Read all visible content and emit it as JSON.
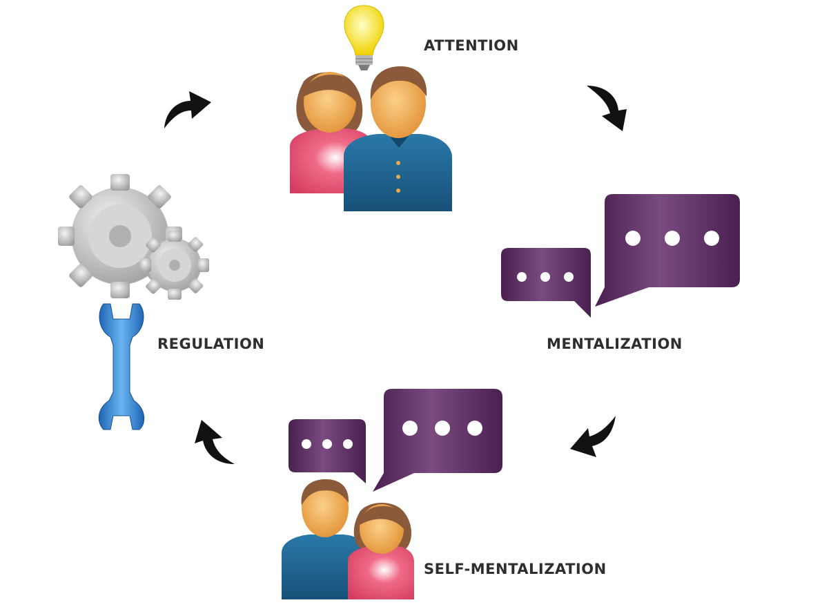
{
  "stages": {
    "attention": "ATTENTION",
    "mentalization": "MENTALIZATION",
    "self_mentalization": "SELF-MENTALIZATION",
    "regulation": "REGULATION"
  },
  "colors": {
    "label_text": "#2e2e2e",
    "arrow": "#111111",
    "speech_bubble": "#5e2e63",
    "female_shirt": "#e0506e",
    "male_shirt": "#1c5f8a",
    "skin": "#f0a850",
    "hair": "#8a5a3a",
    "bulb": "#f8ec3a",
    "gear": "#c9c9c9",
    "wrench": "#3a8fd6"
  },
  "icons": [
    "light-bulb-icon",
    "people-icon",
    "speech-bubbles-icon",
    "gears-icon",
    "wrench-icon",
    "cycle-arrow-icon"
  ]
}
